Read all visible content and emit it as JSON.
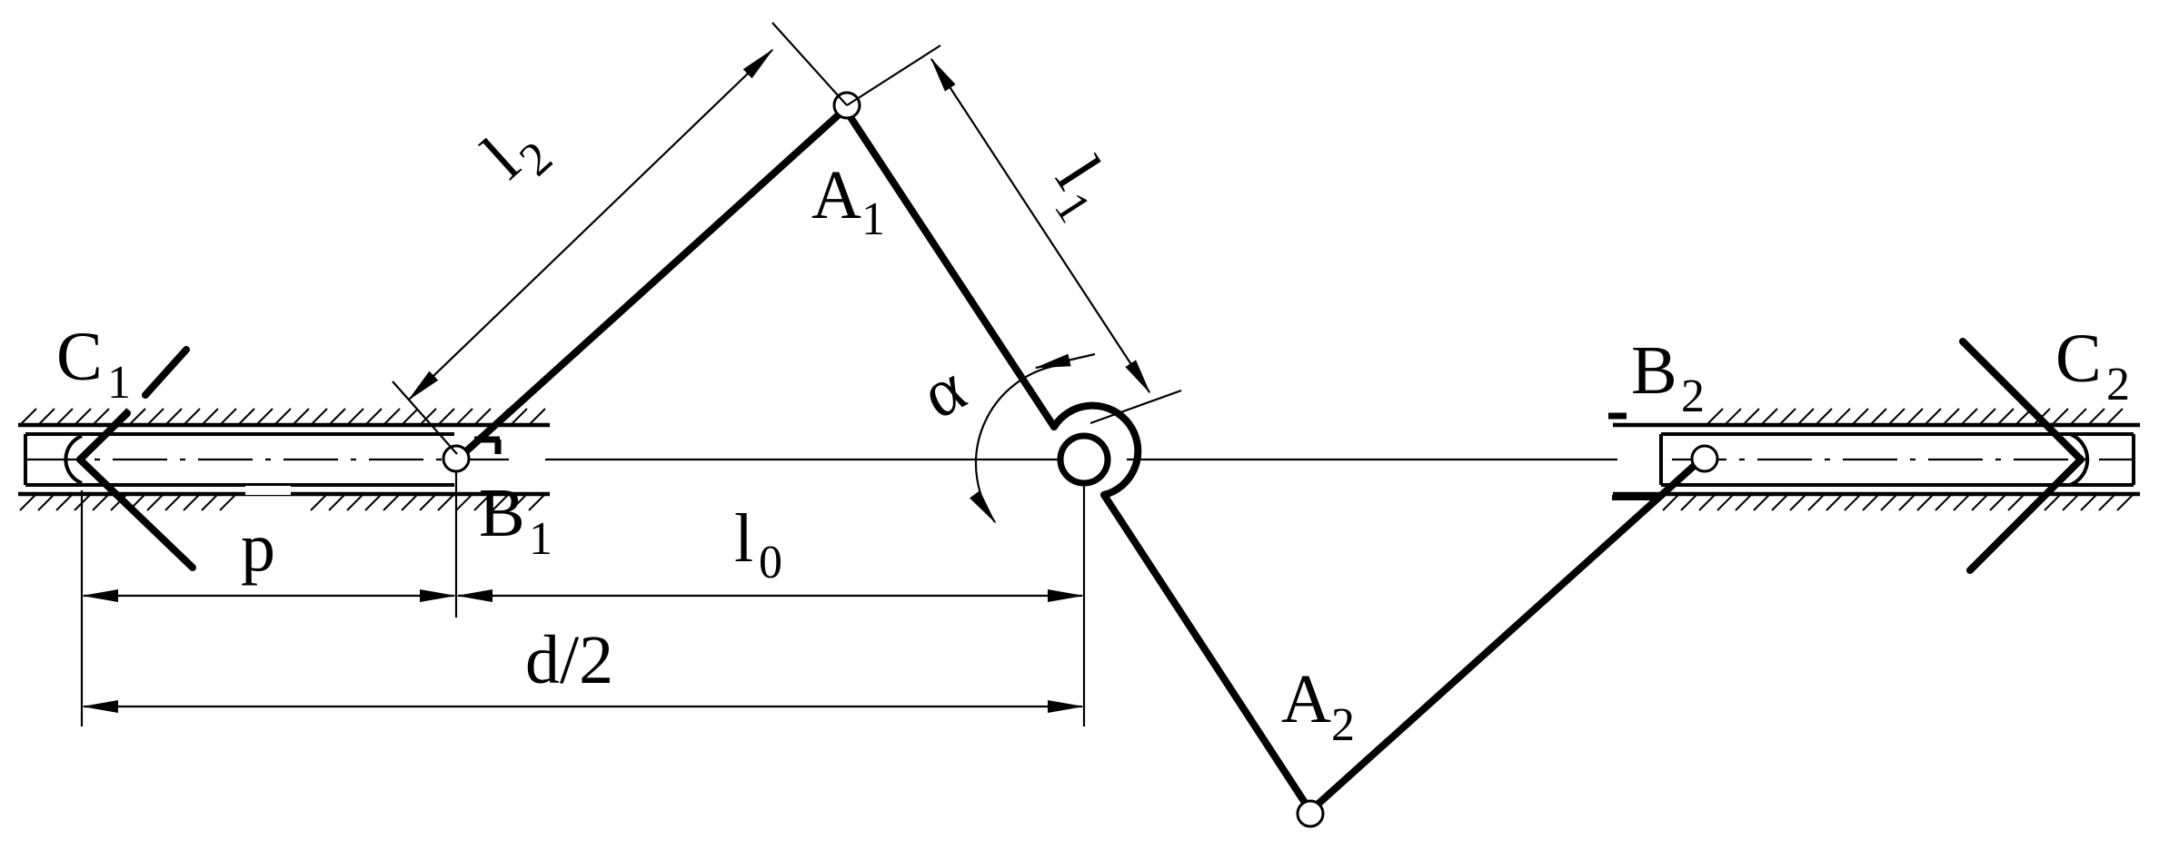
{
  "labels": {
    "l2": {
      "main": "l",
      "sub": "2"
    },
    "l1": {
      "main": "l",
      "sub": "1"
    },
    "a1": {
      "main": "A",
      "sub": "1"
    },
    "a2": {
      "main": "A",
      "sub": "2"
    },
    "b1": {
      "main": "B",
      "sub": "1"
    },
    "b2": {
      "main": "B",
      "sub": "2"
    },
    "c1": {
      "main": "C",
      "sub": "1"
    },
    "c2": {
      "main": "C",
      "sub": "2"
    },
    "l0": {
      "main": "l",
      "sub": "0"
    },
    "alpha": "α",
    "p": "p",
    "d2": "d/2"
  }
}
